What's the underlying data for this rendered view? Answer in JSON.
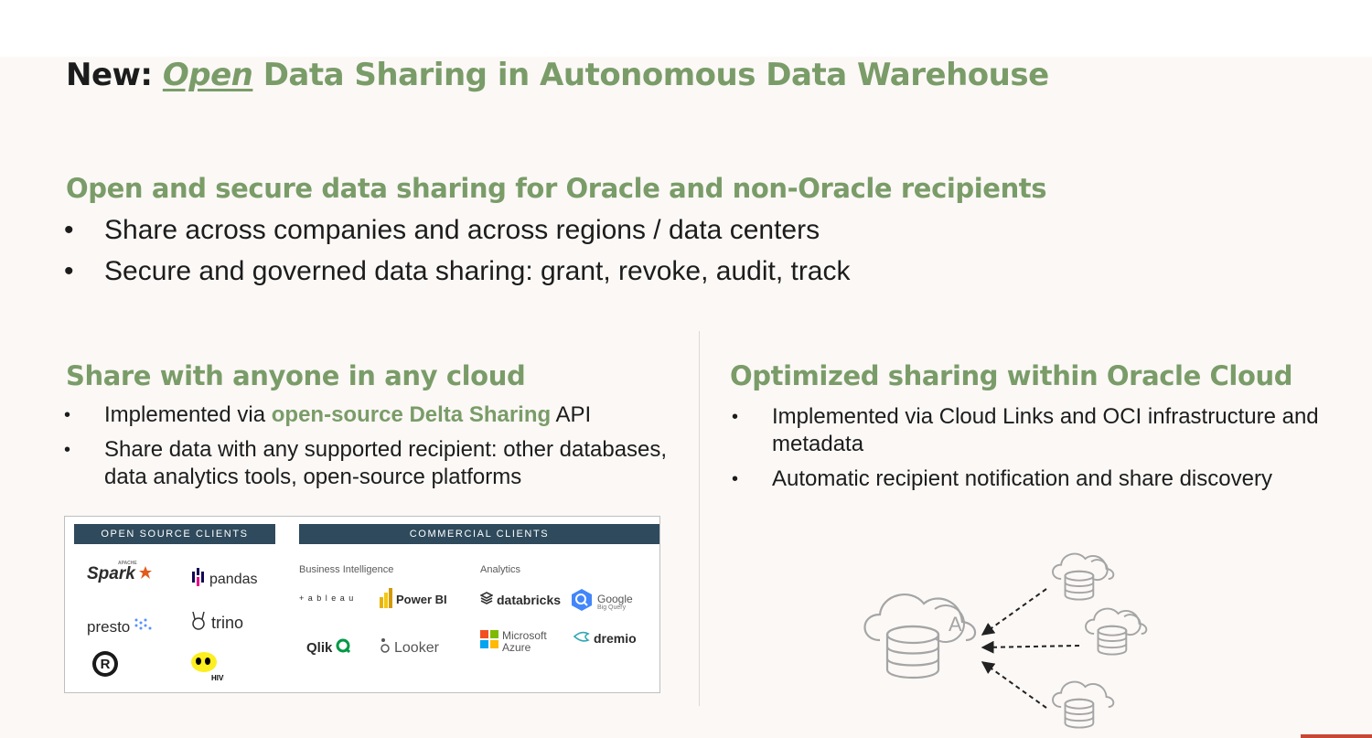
{
  "title": {
    "prefix": "New: ",
    "emphasis": "Open",
    "rest": " Data Sharing in Autonomous Data Warehouse"
  },
  "section1": {
    "heading": "Open and secure data sharing for Oracle and non-Oracle recipients",
    "bullets": [
      "Share across companies and across regions / data centers",
      "Secure and governed data sharing: grant, revoke, audit, track"
    ]
  },
  "left": {
    "heading": "Share with anyone in any cloud",
    "b1_pre": "Implemented via ",
    "b1_hl": "open-source Delta Sharing",
    "b1_post": " API",
    "b2": "Share data with any supported recipient: other databases, data analytics tools, open-source platforms"
  },
  "right": {
    "heading": "Optimized sharing within Oracle Cloud",
    "bullets": [
      "Implemented via Cloud Links and OCI infrastructure and metadata",
      "Automatic recipient notification and share discovery"
    ]
  },
  "clients": {
    "open_header": "OPEN SOURCE CLIENTS",
    "commercial_header": "COMMERCIAL CLIENTS",
    "bi_label": "Business Intelligence",
    "analytics_label": "Analytics",
    "spark_tag": "APACHE",
    "spark": "Spark",
    "pandas": "pandas",
    "presto": "presto",
    "trino": "trino",
    "rust_letter": "R",
    "hive": "HIVE",
    "tableau": "+ a b l e a u",
    "powerbi": "Power BI",
    "qlik": "Qlik",
    "looker": "Looker",
    "databricks": "databricks",
    "google": "Google",
    "bigquery": "Big Query",
    "azure1": "Microsoft",
    "azure2": "Azure",
    "dremio": "dremio"
  },
  "colors": {
    "accent": "#7a9c68",
    "header_bar": "#2e4a5c",
    "oracle_red": "#c74634"
  },
  "icons": [
    "cloud-database-icon",
    "cloud-database-icon",
    "cloud-database-icon",
    "cloud-database-icon",
    "dashed-arrow-icon"
  ]
}
